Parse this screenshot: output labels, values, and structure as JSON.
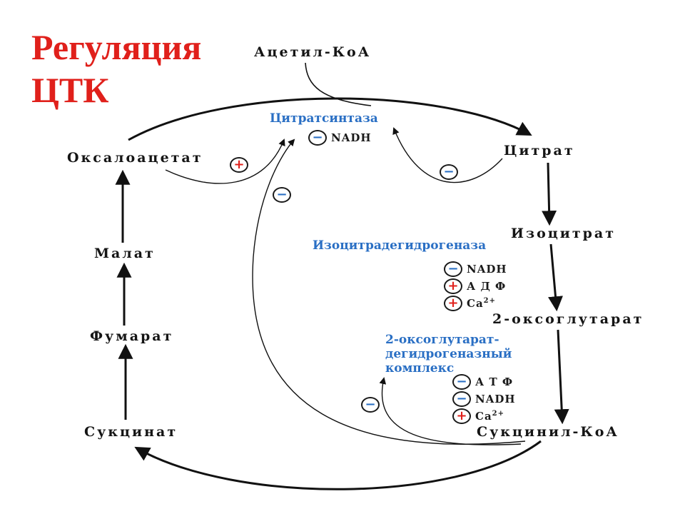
{
  "title": {
    "line1": "Регуляция",
    "line2": "ЦТК"
  },
  "metabolites": {
    "acetyl_coa": "Ацетил-КоА",
    "oxaloacetate": "Оксалоацетат",
    "citrate": "Цитрат",
    "isocitrate": "Изоцитрат",
    "oxoglutarate": "2-оксоглутарат",
    "succinyl_coa": "Сукцинил-КоА",
    "succinate": "Сукцинат",
    "fumarate": "Фумарат",
    "malate": "Малат"
  },
  "enzymes": {
    "citrate_synthase": "Цитратсинтаза",
    "isocitrate_dh": "Изоцитрадегидрогеназа",
    "oxoglutarate_dh": [
      "2-оксоглутарат-",
      "дегидрогеназный",
      "комплекс"
    ]
  },
  "effectors": {
    "citrate_synthase": [
      {
        "sign": "−",
        "type": "minus",
        "label": "NADH",
        "sup": ""
      }
    ],
    "isocitrate_dh": [
      {
        "sign": "−",
        "type": "minus",
        "label": "NADH",
        "sup": ""
      },
      {
        "sign": "+",
        "type": "plus",
        "label": "А Д Ф",
        "sup": ""
      },
      {
        "sign": "+",
        "type": "plus",
        "label": "Ca",
        "sup": "2+"
      }
    ],
    "oxoglutarate_dh": [
      {
        "sign": "−",
        "type": "minus",
        "label": "А Т Ф",
        "sup": ""
      },
      {
        "sign": "−",
        "type": "minus",
        "label": "NADH",
        "sup": ""
      },
      {
        "sign": "+",
        "type": "plus",
        "label": "Ca",
        "sup": "2+"
      }
    ]
  },
  "feedback_signs": {
    "oxaloacetate": {
      "sign": "+",
      "type": "plus"
    },
    "citrate": {
      "sign": "−",
      "type": "minus"
    },
    "succinyl_coa_to_cs": {
      "sign": "−",
      "type": "minus"
    },
    "succinyl_coa_to_ogdh": {
      "sign": "−",
      "type": "minus"
    }
  },
  "colors": {
    "title": "#e0201b",
    "enzyme": "#2a6fc4",
    "plus": "#e0201b",
    "minus": "#2a6fc4",
    "text": "#151515"
  }
}
